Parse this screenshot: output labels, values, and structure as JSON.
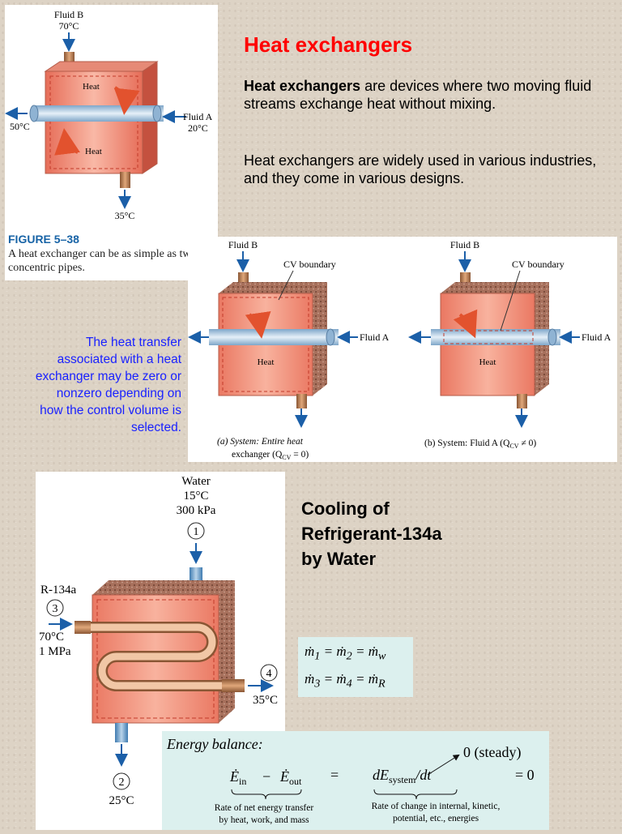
{
  "heading": "Heat exchangers",
  "intro": {
    "bold": "Heat exchangers",
    "rest": " are devices where two moving fluid streams exchange heat without mixing."
  },
  "paragraph2": "Heat exchangers are widely used in various industries, and they come in various designs.",
  "side_note": "The heat transfer associated with a heat exchanger may be zero or nonzero depending on how the control volume is selected.",
  "cooling_title": [
    "Cooling of",
    "Refrigerant-134a",
    "by Water"
  ],
  "figure1": {
    "fluid_b": "Fluid B",
    "fluid_b_temp": "70°C",
    "fluid_a": "Fluid A",
    "fluid_a_temp": "20°C",
    "left_temp": "50°C",
    "bottom_temp": "35°C",
    "heat_top": "Heat",
    "heat_bottom": "Heat",
    "label": "FIGURE 5–38",
    "caption": "A heat exchanger can be as simple as two concentric pipes."
  },
  "figure2": {
    "fluid_b": "Fluid B",
    "cv_boundary": "CV boundary",
    "fluid_a": "Fluid A",
    "heat": "Heat",
    "caption_a_line1": "(a) System: Entire heat",
    "caption_a_line2": "exchanger (Q",
    "caption_a_sub": "CV",
    "caption_a_end": " = 0)",
    "caption_b_line1": "(b) System: Fluid A (Q",
    "caption_b_sub": "CV",
    "caption_b_end": " ≠ 0)"
  },
  "figure3": {
    "water": "Water",
    "water_temp": "15°C",
    "water_pressure": "300 kPa",
    "state1": "1",
    "refrigerant": "R-134a",
    "state3": "3",
    "r_temp": "70°C",
    "r_pressure": "1 MPa",
    "state4": "4",
    "out4_temp": "35°C",
    "state2": "2",
    "out2_temp": "25°C"
  },
  "mass_equations": {
    "line1": [
      "ṁ",
      "1",
      " = ",
      "ṁ",
      "2",
      " = ",
      "ṁ",
      "w"
    ],
    "line2": [
      "ṁ",
      "3",
      " = ",
      "ṁ",
      "4",
      " = ",
      "ṁ",
      "R"
    ]
  },
  "energy_balance": {
    "title": "Energy balance:",
    "steady": "0 (steady)",
    "e_in": "Ė",
    "e_in_sub": "in",
    "minus": "−",
    "e_out": "Ė",
    "e_out_sub": "out",
    "equals": "=",
    "dE": "dE",
    "dE_sub": "system",
    "dt": "/dt",
    "equals_zero": "= 0",
    "note_left_1": "Rate of net energy transfer",
    "note_left_2": "by heat, work, and mass",
    "note_right_1": "Rate of change in internal, kinetic,",
    "note_right_2": "potential, etc., energies"
  },
  "colors": {
    "heading_red": "#ff0000",
    "note_blue": "#1a22ff",
    "figure_blue": "#1763a6",
    "exchanger_salmon": "#f3917c",
    "insulation_brown": "#a7705c",
    "arrow_blue": "#1b5fa8",
    "equation_bg": "#dcf0ee"
  }
}
